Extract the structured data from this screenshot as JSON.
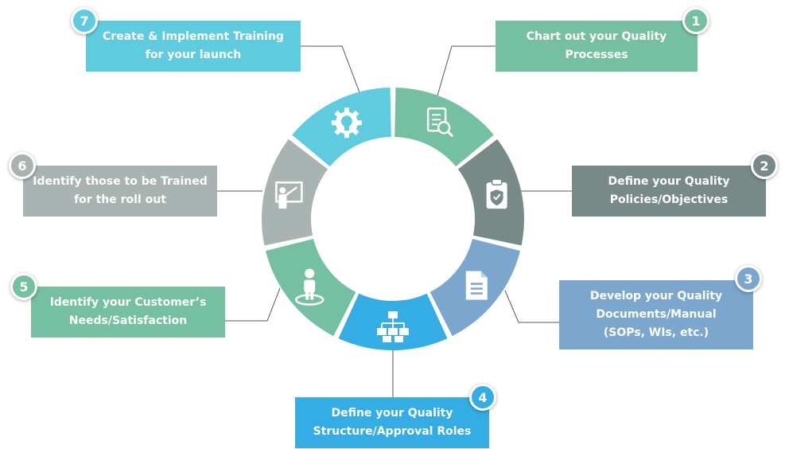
{
  "steps": [
    {
      "number": "1",
      "lines": [
        "Chart out your Quality",
        "Processes"
      ],
      "color": "#75bfa3",
      "icon": "document-search-icon"
    },
    {
      "number": "2",
      "lines": [
        "Define your Quality",
        "Policies/Objectives"
      ],
      "color": "#788a87",
      "icon": "clipboard-shield-icon"
    },
    {
      "number": "3",
      "lines": [
        "Develop your Quality",
        "Documents/Manual",
        "(SOPs, WIs, etc.)"
      ],
      "color": "#7ba7cf",
      "icon": "document-icon"
    },
    {
      "number": "4",
      "lines": [
        "Define your Quality",
        "Structure/Approval Roles"
      ],
      "color": "#33ade3",
      "icon": "org-chart-icon"
    },
    {
      "number": "5",
      "lines": [
        "Identify your Customer’s",
        "Needs/Satisfaction"
      ],
      "color": "#75bfa3",
      "icon": "person-target-icon"
    },
    {
      "number": "6",
      "lines": [
        "Identify those to be Trained",
        "for the roll out"
      ],
      "color": "#a8b3b2",
      "icon": "presenter-board-icon"
    },
    {
      "number": "7",
      "lines": [
        "Create & Implement  Training",
        "for your launch"
      ],
      "color": "#5ecbde",
      "icon": "lightbulb-gear-icon"
    }
  ]
}
